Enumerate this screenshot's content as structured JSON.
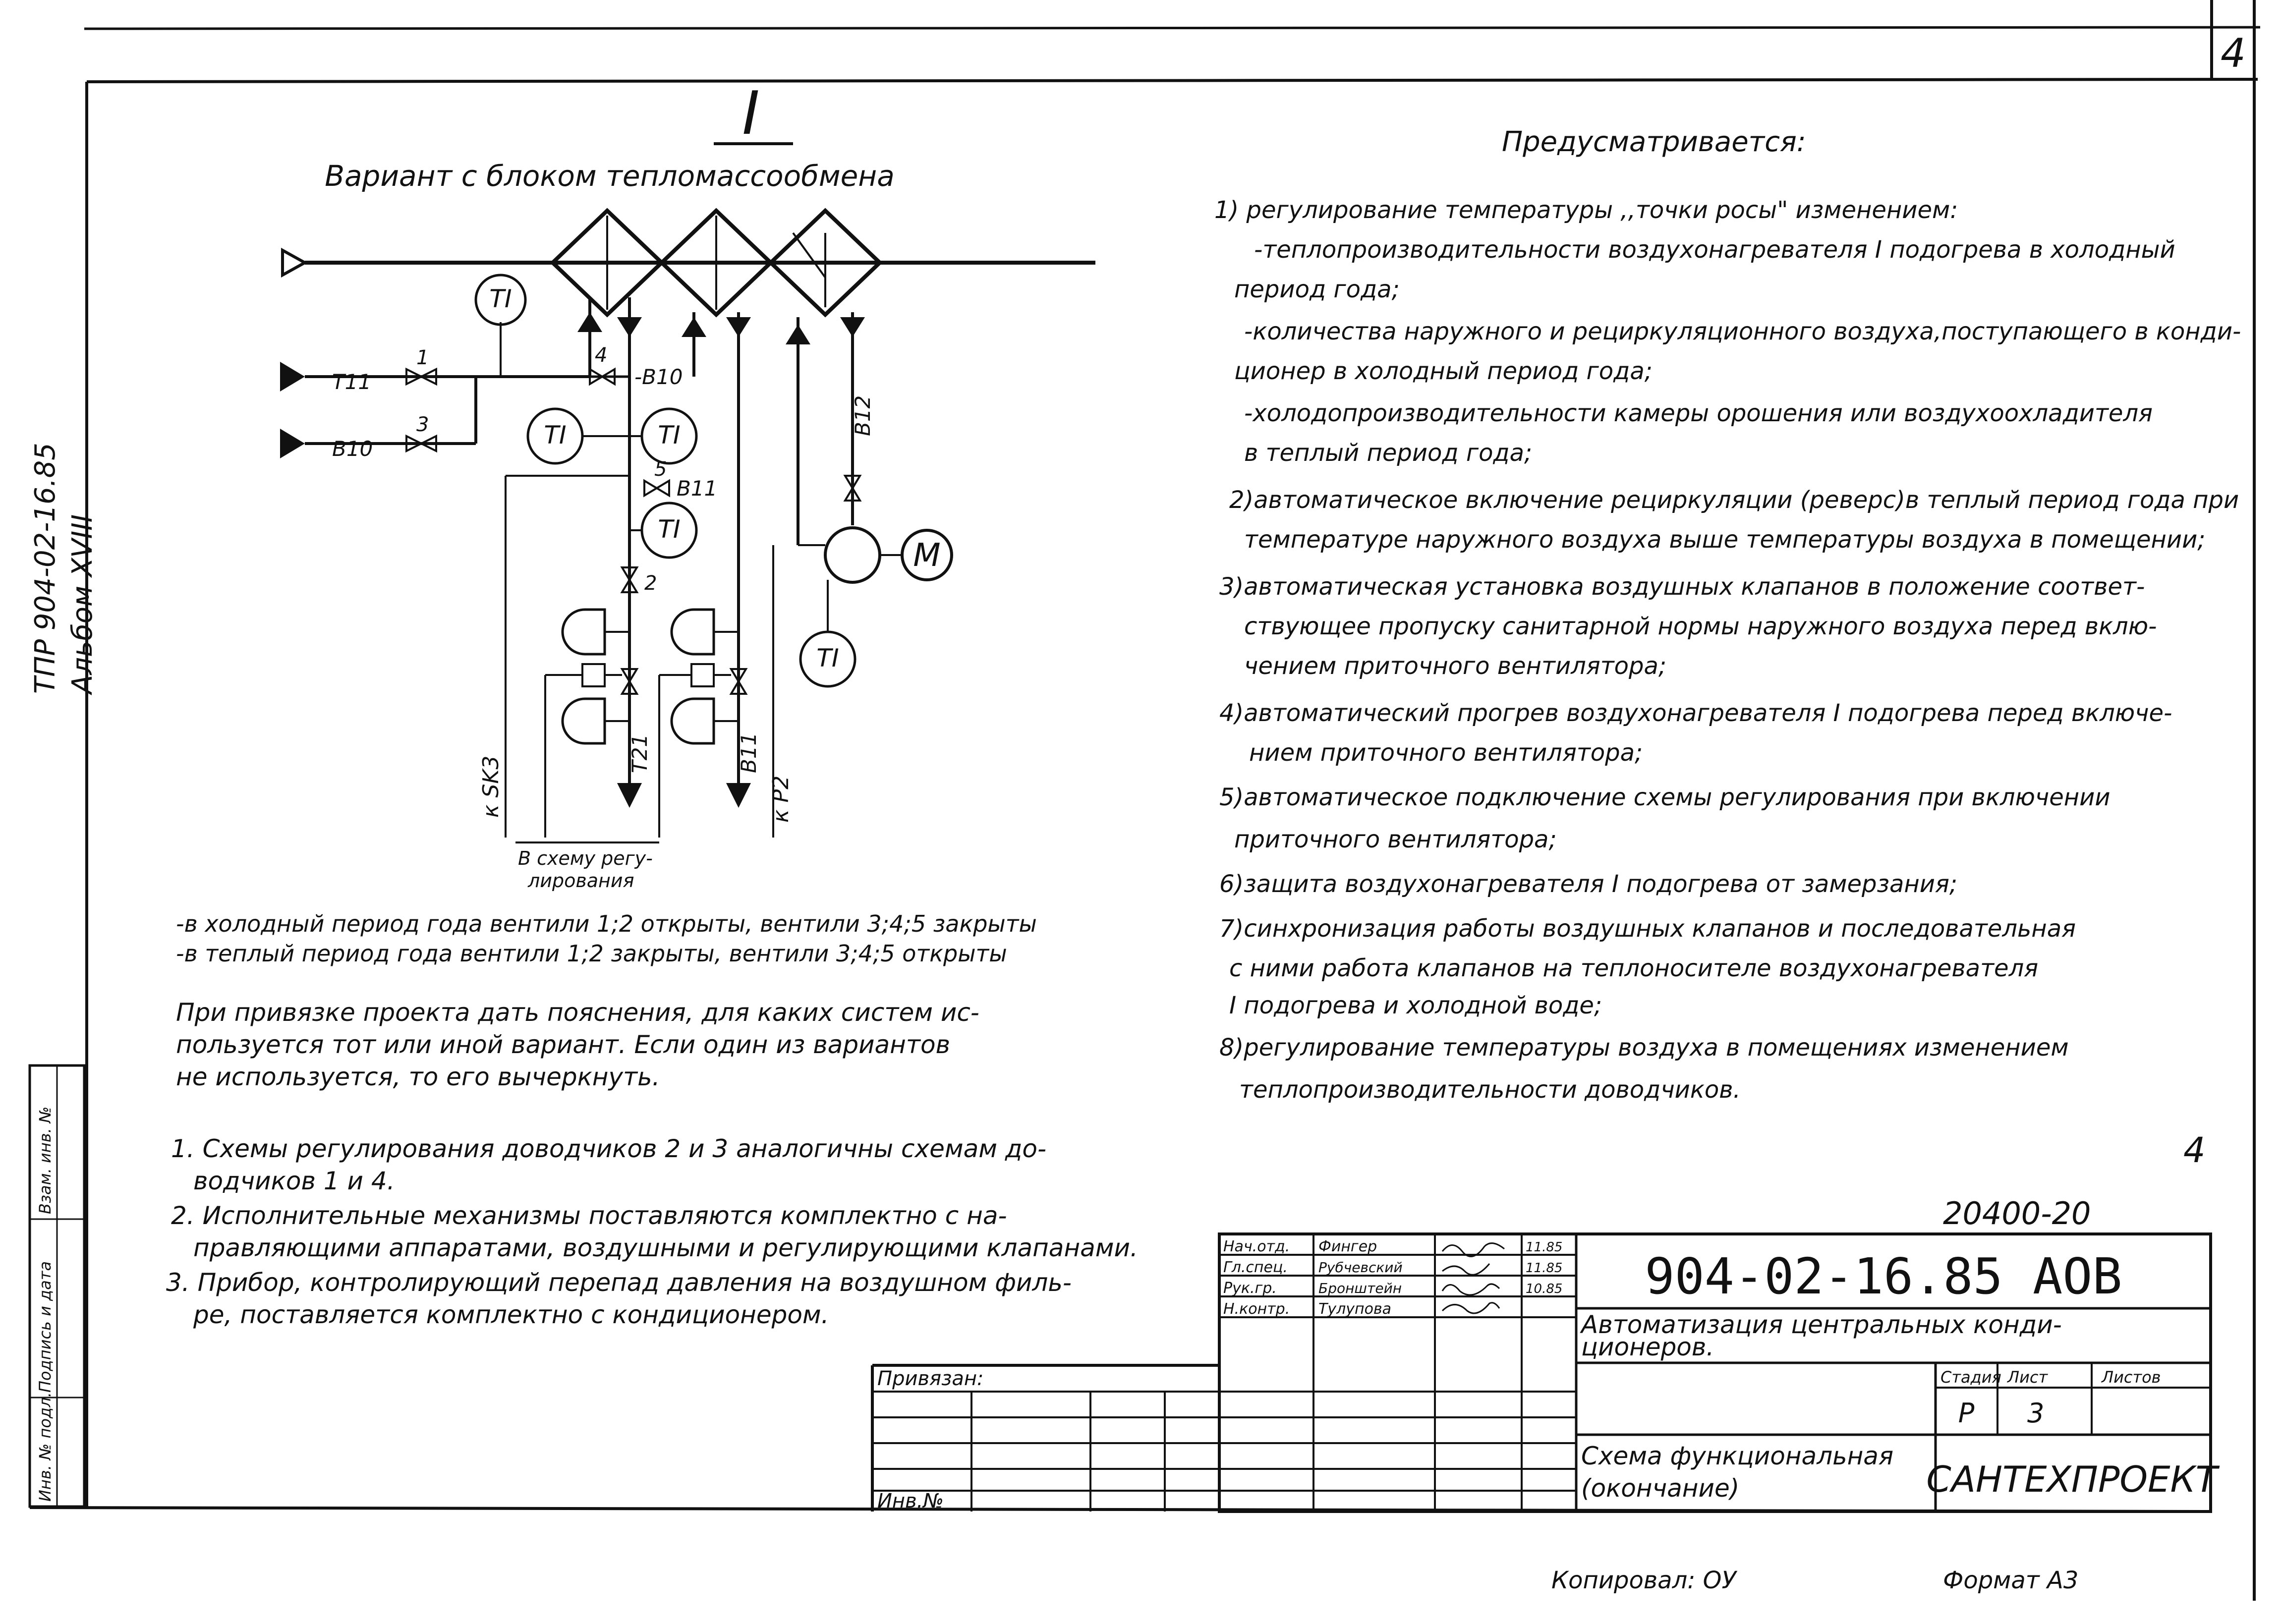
{
  "sheet_corner_number": "4",
  "left_margin": {
    "line1": "ТПР 904-02-16.85",
    "line2": "Альбом XVIII",
    "stamp_cells": [
      "Инв. № подл.",
      "Подпись и дата",
      "Взам. инв. №"
    ]
  },
  "diagram": {
    "roman_numeral": "I",
    "title": "Вариант с блоком тепломассообмена",
    "labels": {
      "t11": "Т11",
      "v10": "В10",
      "v10b": "-В10",
      "v11": "В11",
      "v12": "В12",
      "t21": "Т21",
      "v11b": "В11",
      "valve1": "1",
      "valve2": "2",
      "valve3": "3",
      "valve4": "4",
      "valve5": "5",
      "ksk3": "к SK3",
      "kp2": "к Р2",
      "bracket_note": "В схему регу-\nлирования",
      "bracket_line1": "В схему регу-",
      "bracket_line2": "лирования",
      "motor": "М"
    },
    "sensors": [
      "TI",
      "TI",
      "TI",
      "TI",
      "TI"
    ]
  },
  "valve_notes": [
    "-в холодный период года вентили 1;2 открыты, вентили 3;4;5 закрыты",
    "-в теплый период года вентили 1;2 закрыты, вентили 3;4;5 открыты"
  ],
  "binding_note": [
    "При привязке проекта дать пояснения, для каких систем ис-",
    "пользуется тот или иной вариант. Если один из вариантов",
    "не используется, то его вычеркнуть."
  ],
  "footnotes": [
    "1. Схемы регулирования доводчиков 2 и 3 аналогичны схемам до-",
    "водчиков 1 и 4.",
    "2. Исполнительные механизмы поставляются комплектно с на-",
    "правляющими аппаратами, воздушными и регулирующими клапанами.",
    "3. Прибор, контролирующий перепад давления на воздушном филь-",
    "ре, поставляется комплектно с кондиционером."
  ],
  "provisions": {
    "heading": "Предусматривается:",
    "lines": [
      "1) регулирование температуры ,,точки росы\" изменением:",
      "-теплопроизводительности воздухонагревателя I подогрева в холодный",
      "период года;",
      "-количества наружного и рециркуляционного воздуха,поступающего в конди-",
      "ционер в холодный период года;",
      "-холодопроизводительности камеры орошения или воздухоохладителя",
      "в теплый период года;",
      "2)автоматическое включение рециркуляции (реверс)в теплый период года при",
      "температуре наружного воздуха выше температуры воздуха в помещении;",
      "3)автоматическая установка воздушных клапанов в положение соответ-",
      "ствующее пропуску санитарной нормы наружного воздуха перед вклю-",
      "чением приточного вентилятора;",
      "4)автоматический прогрев воздухонагревателя I подогрева перед включе-",
      "нием приточного вентилятора;",
      "5)автоматическое подключение схемы регулирования при включении",
      "приточного вентилятора;",
      "6)защита воздухонагревателя I подогрева от замерзания;",
      "7)синхронизация работы воздушных клапанов и последовательная",
      "с ними работа клапанов на теплоносителе воздухонагревателя",
      "I подогрева и холодной воде;",
      "8)регулирование температуры воздуха в помещениях изменением",
      "теплопроизводительности доводчиков."
    ]
  },
  "title_block": {
    "page_marker": "4",
    "doc_number_top": "20400-20",
    "designation": "904-02-16.85 АОВ",
    "project_title": "Автоматизация центральных конди-\nционеров.",
    "project_title_line1": "Автоматизация центральных конди-",
    "project_title_line2": "ционеров.",
    "sheet_title_line1": "Схема функциональная",
    "sheet_title_line2": "(окончание)",
    "organization": "САНТЕХПРОЕКТ",
    "stage_header": "Стадия",
    "sheet_header": "Лист",
    "sheets_header": "Листов",
    "stage_value": "Р",
    "sheet_value": "3",
    "signatures": [
      {
        "role": "Нач.отд.",
        "name": "Фингер",
        "date": "11.85"
      },
      {
        "role": "Гл.спец.",
        "name": "Рубчевский",
        "date": "11.85"
      },
      {
        "role": "Рук.гр.",
        "name": "Бронштейн",
        "date": "10.85"
      },
      {
        "role": "Н.контр.",
        "name": "Тулупова",
        "date": ""
      }
    ],
    "binding_label": "Привязан:",
    "inv_label": "Инв.№"
  },
  "footer": {
    "copied_by": "Копировал: ОУ",
    "format": "Формат А3"
  }
}
